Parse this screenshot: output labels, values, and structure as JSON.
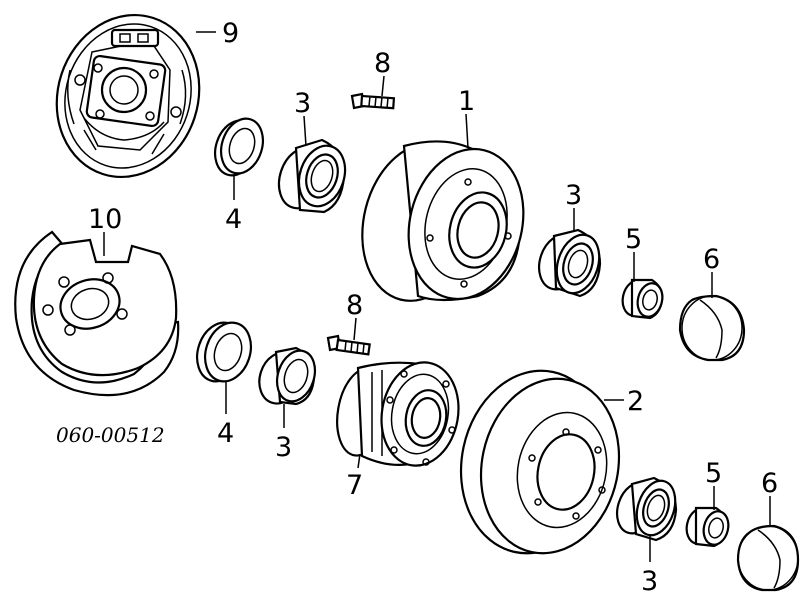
{
  "labels": {
    "p1": "1",
    "p2": "2",
    "p3a": "3",
    "p3b": "3",
    "p3c": "3",
    "p3d": "3",
    "p4a": "4",
    "p4b": "4",
    "p5a": "5",
    "p5b": "5",
    "p6a": "6",
    "p6b": "6",
    "p7": "7",
    "p8a": "8",
    "p8b": "8",
    "p9": "9",
    "p10": "10"
  },
  "diagram_code": "060-00512"
}
